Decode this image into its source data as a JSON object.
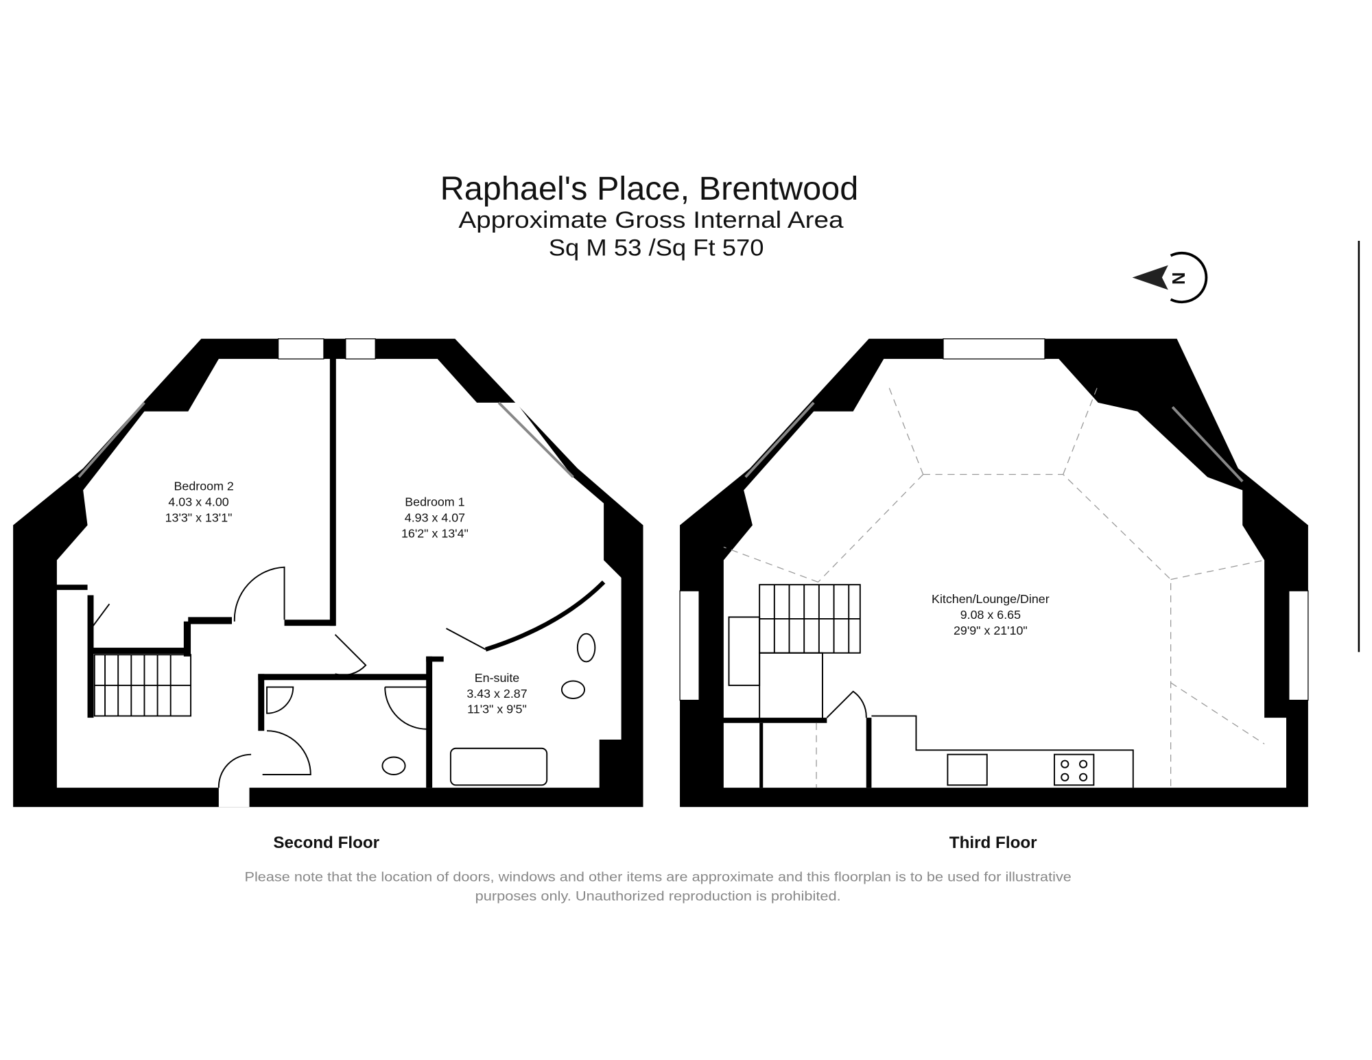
{
  "header": {
    "title": "Raphael's Place, Brentwood",
    "subtitle": "Approximate Gross Internal Area",
    "area": "Sq M 53 /Sq Ft 570"
  },
  "compass": {
    "label": "N"
  },
  "floors": [
    {
      "label": "Second Floor",
      "rooms": [
        {
          "name": "Bedroom 2",
          "metric": "4.03 x 4.00",
          "imperial": "13'3\" x 13'1\""
        },
        {
          "name": "Bedroom 1",
          "metric": "4.93 x 4.07",
          "imperial": "16'2\" x 13'4\""
        },
        {
          "name": "En-suite",
          "metric": "3.43 x 2.87",
          "imperial": "11'3\" x 9'5\""
        }
      ]
    },
    {
      "label": "Third Floor",
      "rooms": [
        {
          "name": "Kitchen/Lounge/Diner",
          "metric": "9.08 x 6.65",
          "imperial": "29'9\" x 21'10\""
        }
      ]
    }
  ],
  "disclaimer": {
    "line1": "Please note that the location of doors, windows and other items are approximate and this floorplan is to be used for illustrative",
    "line2": "purposes only. Unauthorized reproduction is prohibited."
  }
}
